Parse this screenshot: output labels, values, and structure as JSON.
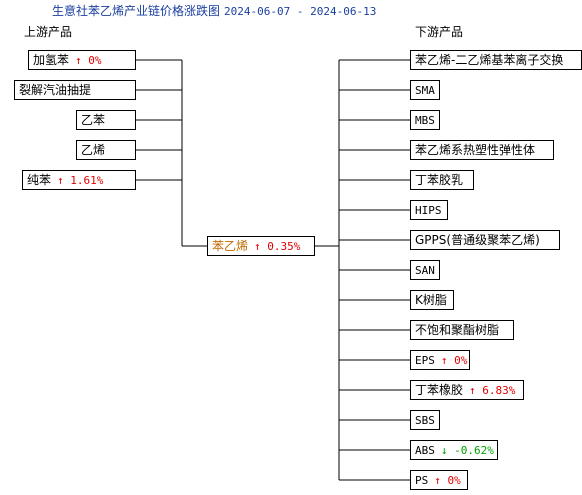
{
  "title": "生意社苯乙烯产业链价格涨跌图",
  "date_range": "2024-06-07 - 2024-06-13",
  "upstream_label": "上游产品",
  "downstream_label": "下游产品",
  "colors": {
    "up": "#e00000",
    "down": "#00a000",
    "center": "#c46a00",
    "title": "#1a3fa0"
  },
  "center": {
    "name": "苯乙烯",
    "arrow": "↑",
    "change": "0.35%",
    "dir": "up"
  },
  "upstream": [
    {
      "name": "加氢苯",
      "arrow": "↑",
      "change": "0%",
      "dir": "up"
    },
    {
      "name": "裂解汽油抽提"
    },
    {
      "name": "乙苯"
    },
    {
      "name": "乙烯"
    },
    {
      "name": "纯苯",
      "arrow": "↑",
      "change": "1.61%",
      "dir": "up"
    }
  ],
  "downstream": [
    {
      "name": "苯乙烯-二乙烯基苯离子交换"
    },
    {
      "name": "SMA"
    },
    {
      "name": "MBS"
    },
    {
      "name": "苯乙烯系热塑性弹性体"
    },
    {
      "name": "丁苯胶乳"
    },
    {
      "name": "HIPS"
    },
    {
      "name": "GPPS(普通级聚苯乙烯)"
    },
    {
      "name": "SAN"
    },
    {
      "name": "K树脂"
    },
    {
      "name": "不饱和聚酯树脂"
    },
    {
      "name": "EPS",
      "arrow": "↑",
      "change": "0%",
      "dir": "up"
    },
    {
      "name": "丁苯橡胶",
      "arrow": "↑",
      "change": "6.83%",
      "dir": "up"
    },
    {
      "name": "SBS"
    },
    {
      "name": "ABS",
      "arrow": "↓",
      "change": "-0.62%",
      "dir": "down"
    },
    {
      "name": "PS",
      "arrow": "↑",
      "change": "0%",
      "dir": "up"
    }
  ]
}
